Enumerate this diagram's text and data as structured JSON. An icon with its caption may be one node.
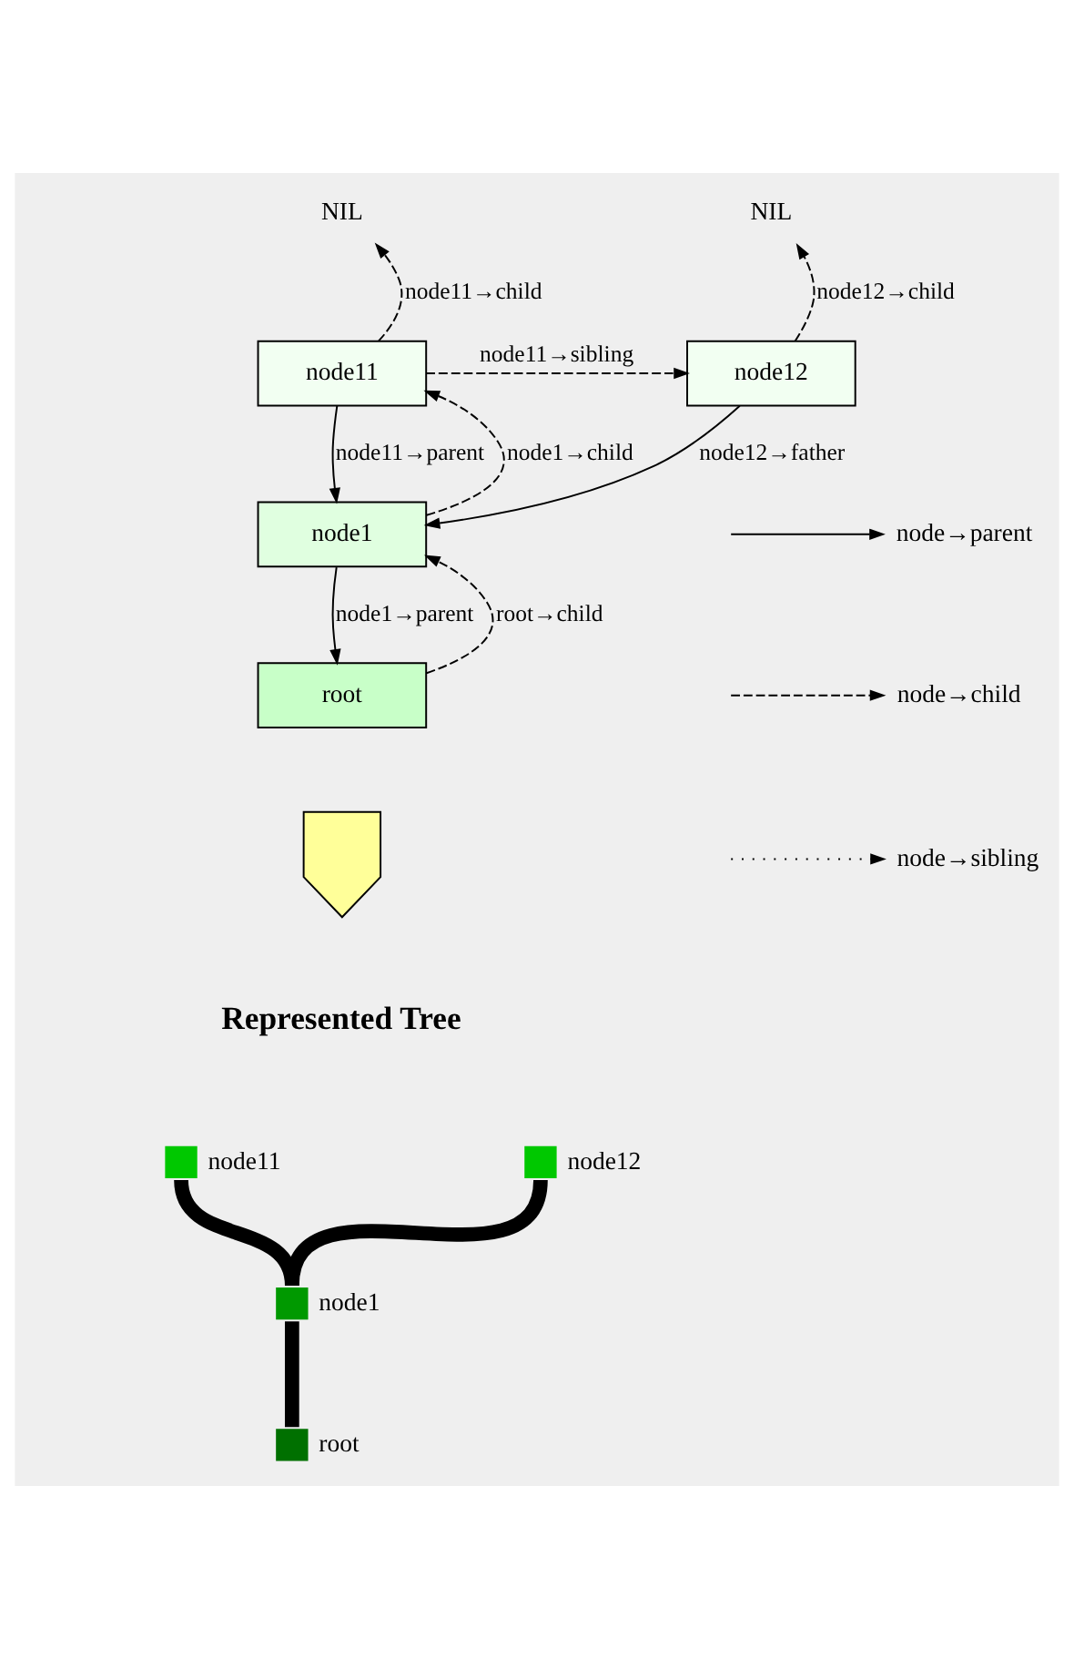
{
  "diagram": {
    "nodes": [
      {
        "text": [
          "NIL"
        ]
      },
      {
        "text": [
          "NIL"
        ]
      },
      {
        "text": [
          "node11"
        ]
      },
      {
        "text": [
          "node12"
        ]
      },
      {
        "text": [
          "node1"
        ]
      },
      {
        "text": [
          "root"
        ]
      },
      {
        "text": [],
        "shape": "arrow"
      },
      {
        "text": [],
        "shape": "box",
        "beside": [
          "node11"
        ]
      },
      {
        "text": [],
        "shape": "box",
        "beside": [
          "node12"
        ]
      },
      {
        "text": [],
        "shape": "box",
        "beside": [
          "node1"
        ]
      },
      {
        "text": [],
        "shape": "box",
        "beside": [
          "root"
        ]
      }
    ],
    "edges": [
      {
        "from": 2,
        "to": 0,
        "arrow": "to",
        "style": "dashed",
        "label": "node11→child"
      },
      {
        "from": 3,
        "to": 1,
        "arrow": "to",
        "style": "dashed",
        "label": "node12→child"
      },
      {
        "from": 2,
        "to": 3,
        "arrow": "to",
        "style": "dashed",
        "label": "node11→sibling"
      },
      {
        "from": 2,
        "to": 4,
        "arrow": "to",
        "label": "node11→parent"
      },
      {
        "from": 4,
        "to": 2,
        "arrow": "to",
        "style": "dashed",
        "label": "node1→child"
      },
      {
        "from": 3,
        "to": 4,
        "arrow": "to",
        "label": "node12→father"
      },
      {
        "from": 4,
        "to": 5,
        "arrow": "to",
        "label": "node1→parent"
      },
      {
        "from": 5,
        "to": 4,
        "arrow": "to",
        "style": "dashed",
        "label": "root→child"
      },
      {
        "from": 7,
        "to": 9,
        "arrow": "none",
        "style": "thick"
      },
      {
        "from": 8,
        "to": 9,
        "arrow": "none",
        "style": "thick"
      },
      {
        "from": 9,
        "to": 10,
        "arrow": "none",
        "style": "thick"
      }
    ],
    "labels": [
      "Represented Tree"
    ],
    "legend": [
      {
        "text": "node→parent"
      },
      {
        "text": "node→child"
      },
      {
        "text": "node→sibling"
      }
    ]
  }
}
